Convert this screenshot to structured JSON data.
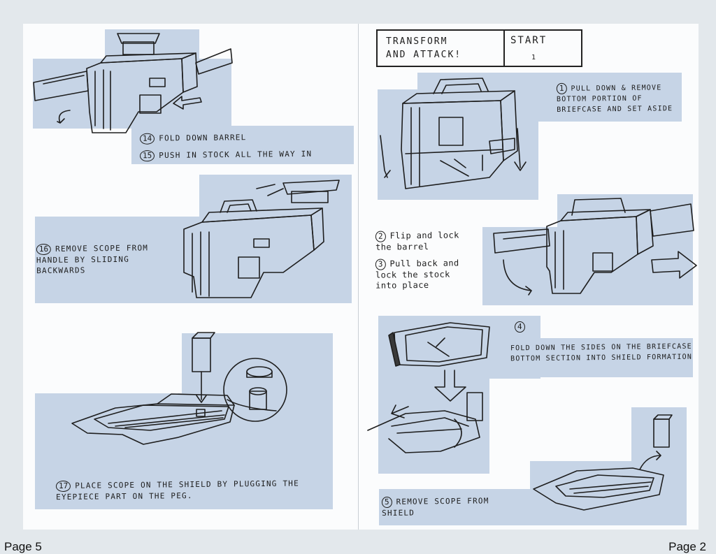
{
  "page": {
    "left_label": "Page 5",
    "right_label": "Page 2"
  },
  "header": {
    "title_line1": "TRANSFORM",
    "title_line2": "AND ATTACK!",
    "start": "START",
    "start_mark": "1"
  },
  "left_steps": [
    {
      "num": "14",
      "text": "Fold down barrel"
    },
    {
      "num": "15",
      "text": "Push in stock all the way in"
    },
    {
      "num": "16",
      "text": "Remove scope from handle by sliding backwards"
    },
    {
      "num": "17",
      "text": "Place scope on the shield by plugging the eyepiece part on the peg."
    }
  ],
  "right_steps": [
    {
      "num": "1",
      "text": "Pull down & remove bottom portion of briefcase and set aside"
    },
    {
      "num": "2",
      "text": "Flip and lock the barrel"
    },
    {
      "num": "3",
      "text": "Pull back and lock the stock into place"
    },
    {
      "num": "4",
      "text": "Fold down the sides on the briefcase bottom section into shield formation"
    },
    {
      "num": "5",
      "text": "Remove scope from shield"
    }
  ],
  "colors": {
    "panel": "#c6d4e6",
    "paper": "#fbfcfd",
    "background": "#e3e8ec",
    "ink": "#1e1e1e"
  }
}
